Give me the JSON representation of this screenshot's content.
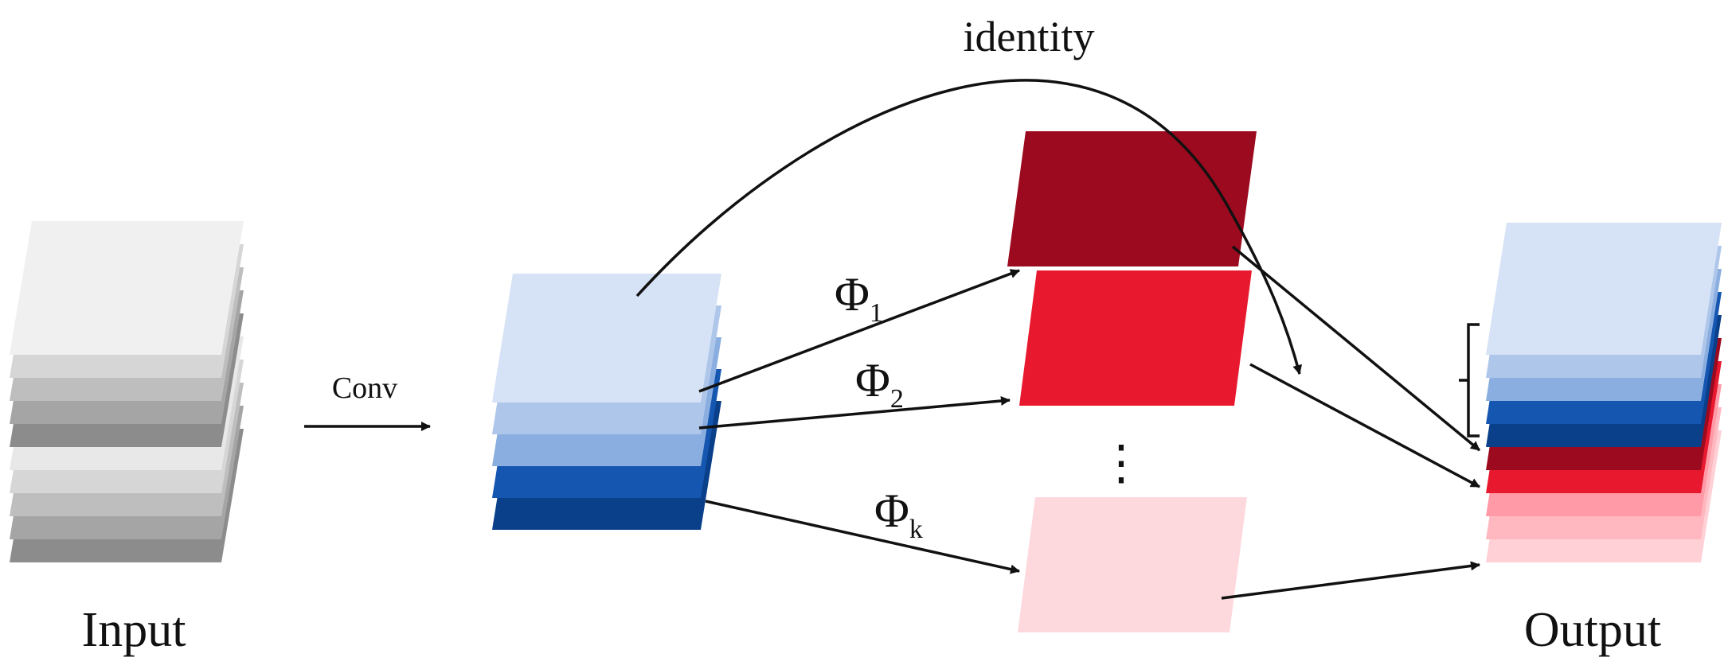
{
  "labels": {
    "input": "Input",
    "output": "Output",
    "conv": "Conv",
    "identity": "identity",
    "ellipsis": "⋮",
    "phi_symbol": "Φ",
    "phi_subscripts": [
      "1",
      "2",
      "k"
    ]
  },
  "colors": {
    "input_layers": [
      "#8c8c8c",
      "#a5a5a5",
      "#bebebe",
      "#d6d6d6",
      "#e8e8e8",
      "#8c8c8c",
      "#a5a5a5",
      "#bebebe",
      "#d6d6d6",
      "#f0f0f0"
    ],
    "intrinsic_layers": [
      "#0a3f8a",
      "#1556b0",
      "#8aaee0",
      "#adc6ea",
      "#d6e2f5"
    ],
    "ghost_maps": [
      "#9b0a1e",
      "#e8192f",
      "#fdd9de"
    ],
    "output_layers": [
      "#ffd0d6",
      "#ffb8c0",
      "#ff9aa6",
      "#e8192f",
      "#9b0a1e",
      "#0a3f8a",
      "#1556b0",
      "#8aaee0",
      "#adc6ea",
      "#d6e2f5"
    ],
    "stroke": "#111111"
  }
}
